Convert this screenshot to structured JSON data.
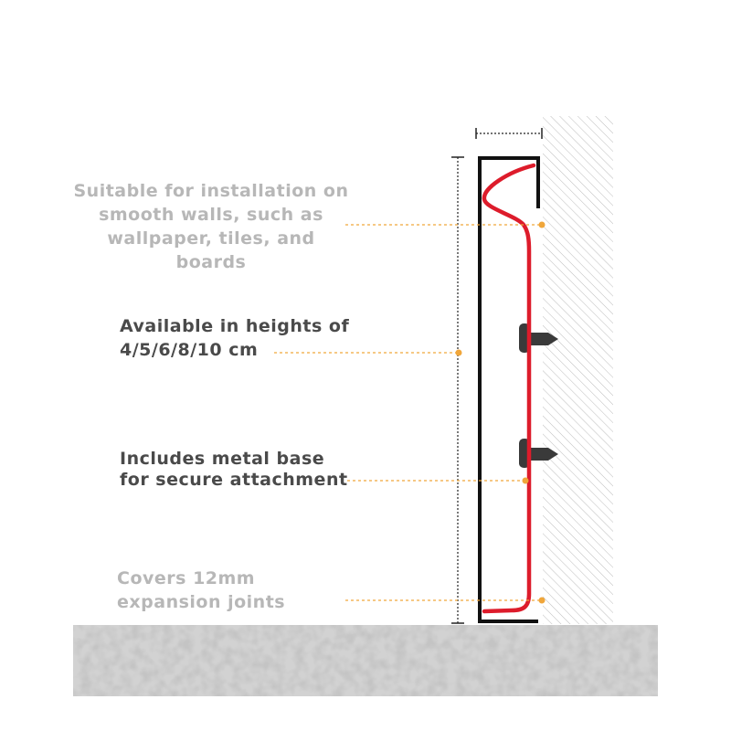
{
  "colors": {
    "profile_outline": "#111111",
    "base_red": "#dd1c2b",
    "screw": "#3a3a3a",
    "leader_dot": "#f0a63a",
    "wall_hatch": "#bdbdbd",
    "floor": "#c9c9c9",
    "muted_text": "#b7b7b7",
    "dark_text": "#4a4a4a"
  },
  "annotations": [
    {
      "id": "walls",
      "lines": [
        "Suitable for installation on",
        "smooth walls, such as",
        "wallpaper, tiles, and",
        "boards"
      ],
      "style": "muted"
    },
    {
      "id": "heights",
      "lines": [
        "Available in heights of",
        "4/5/6/8/10 cm"
      ],
      "style": "dark"
    },
    {
      "id": "metal-base",
      "lines": [
        "Includes metal base",
        "for secure attachment"
      ],
      "style": "dark"
    },
    {
      "id": "expansion",
      "lines": [
        "Covers 12mm",
        "expansion joints"
      ],
      "style": "muted"
    }
  ]
}
